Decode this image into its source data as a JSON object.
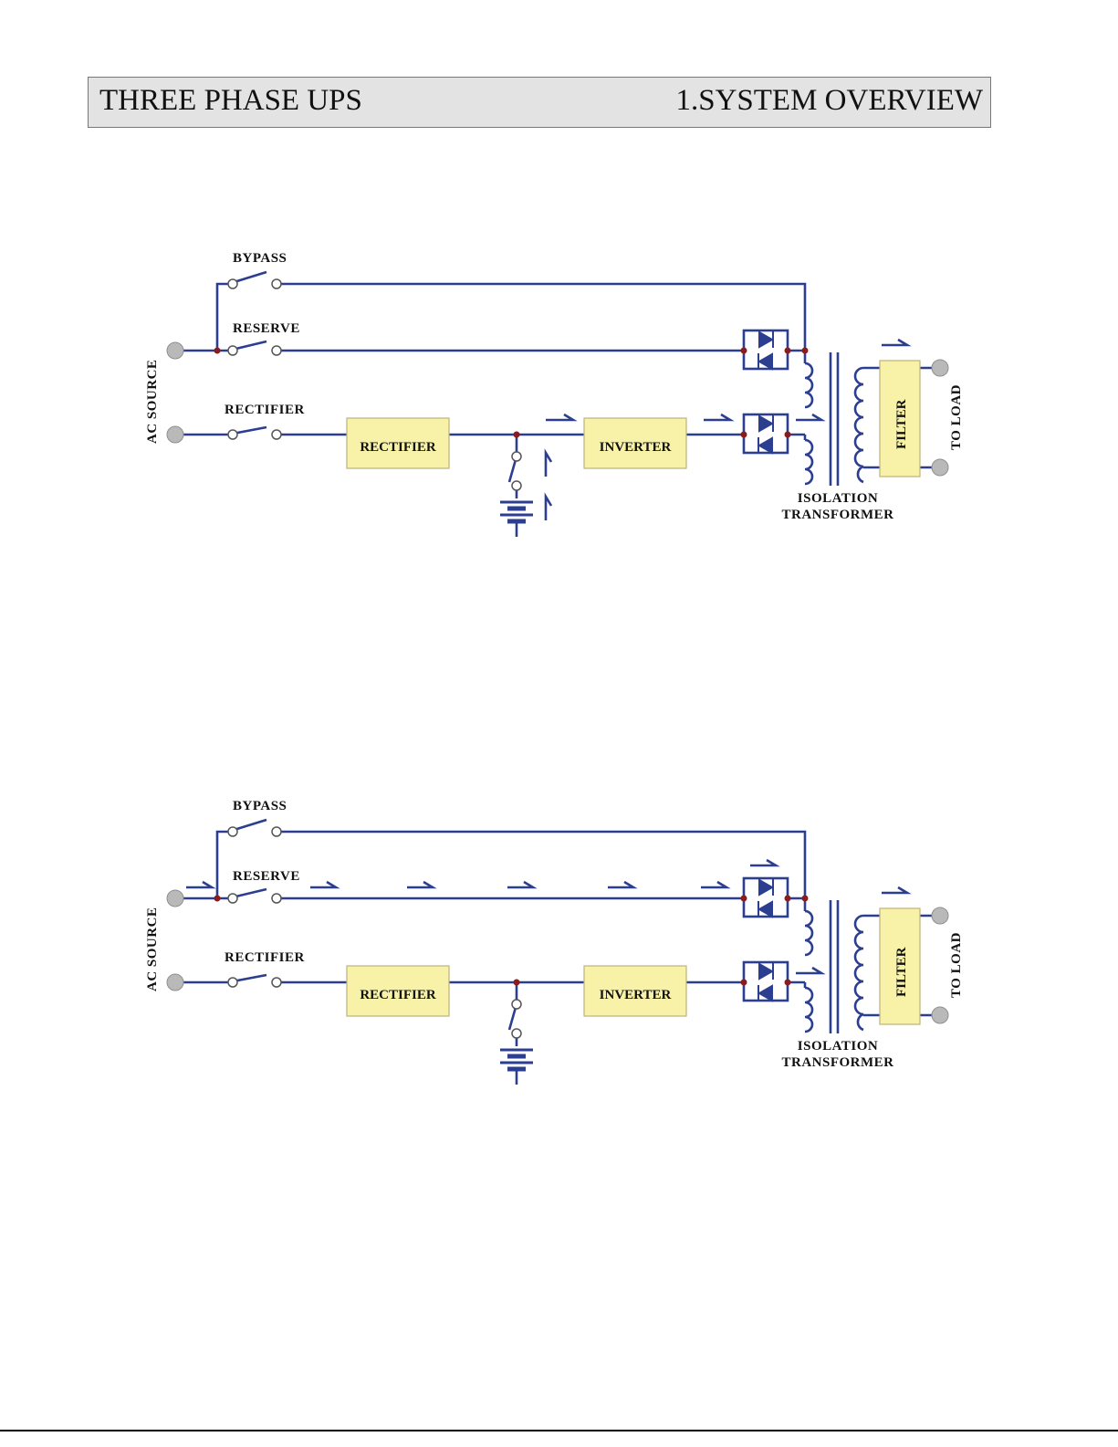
{
  "header": {
    "left": "THREE PHASE UPS",
    "right": "1.SYSTEM OVERVIEW"
  },
  "labels": {
    "bypass": "BYPASS",
    "reserve": "RESERVE",
    "rectifier_switch": "RECTIFIER",
    "ac_source": "AC  SOURCE",
    "rectifier_block": "RECTIFIER",
    "inverter_block": "INVERTER",
    "filter_block": "FILTER",
    "to_load": "TO  LOAD",
    "isolation": "ISOLATION",
    "transformer": "TRANSFORMER"
  },
  "colors": {
    "wire": "#2b3e8f",
    "block_fill": "#f8f2a8",
    "block_border": "#bdb27a",
    "node": "#8a1c1c",
    "terminal": "#b9b9b9"
  }
}
